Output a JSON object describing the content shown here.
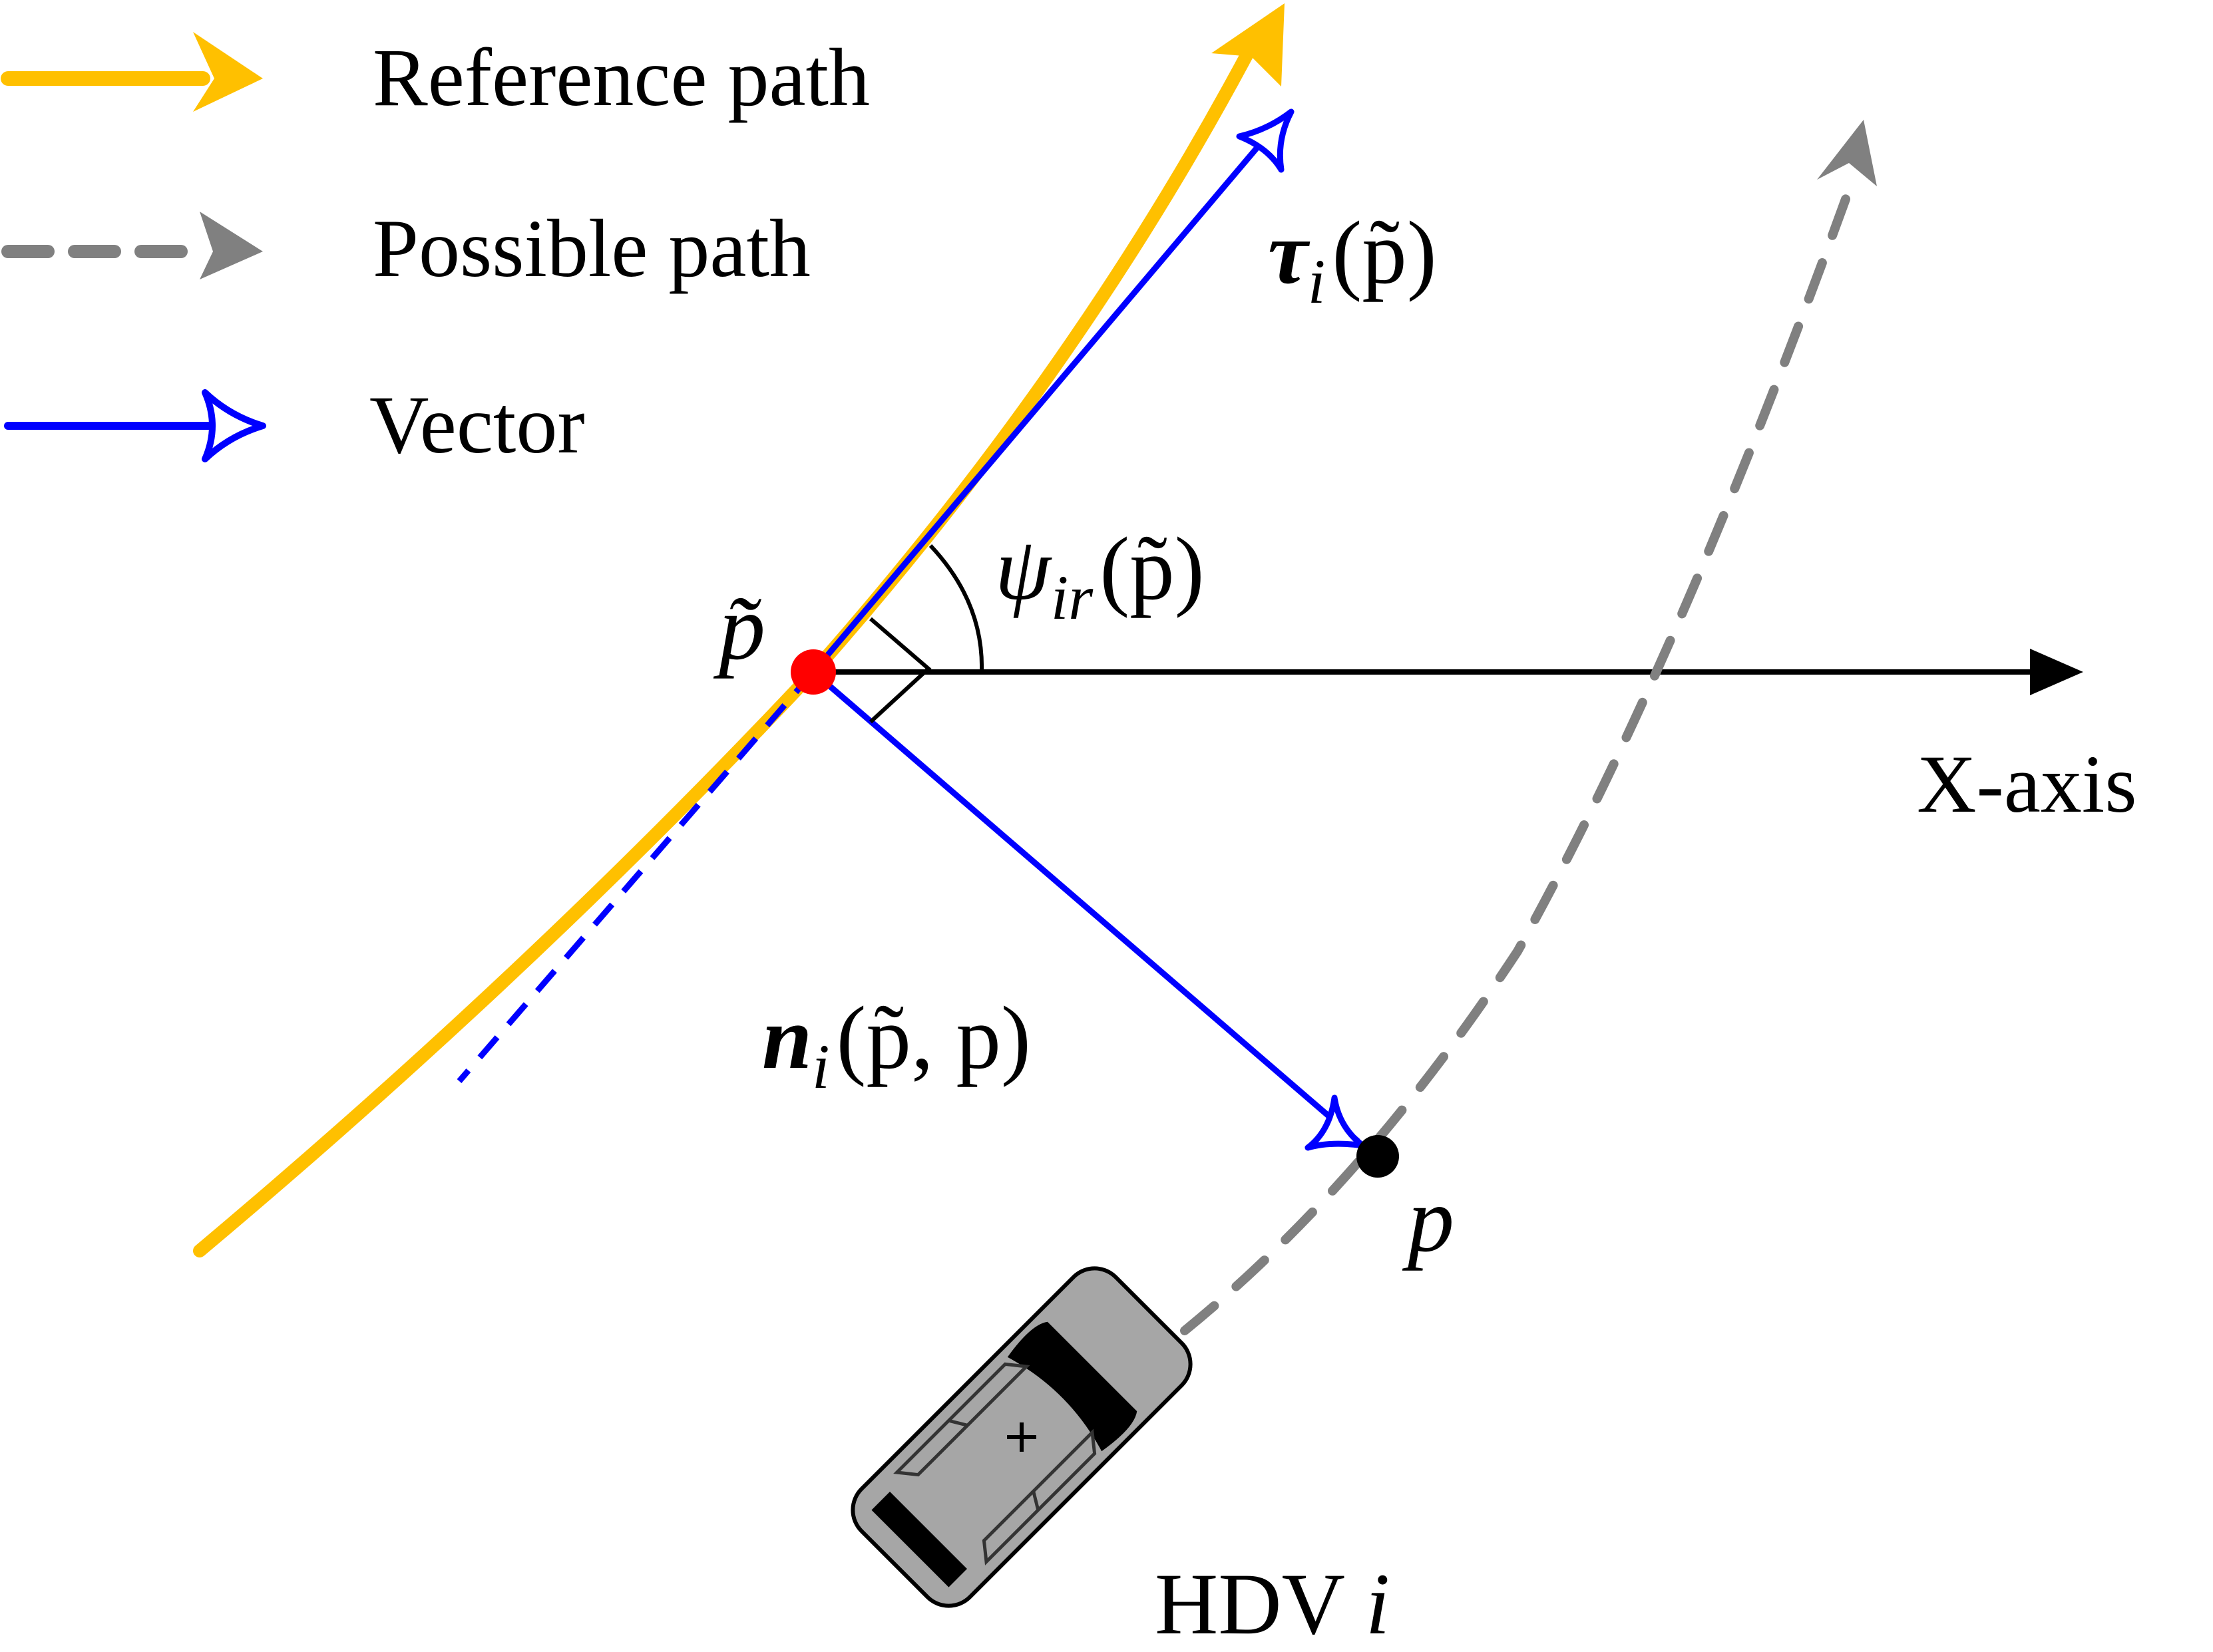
{
  "colors": {
    "reference_path": "#FFC000",
    "possible_path": "#808080",
    "vector": "#0000FF",
    "projection_point": "#FF0000",
    "vehicle_point": "#000000",
    "axis": "#000000",
    "car_body": "#A6A6A6"
  },
  "legend": {
    "reference": "Reference path",
    "possible": "Possible path",
    "vector": "Vector"
  },
  "labels": {
    "tau": {
      "symbol": "τ",
      "sub": "i",
      "arg": "(p̃)"
    },
    "psi": {
      "symbol": "ψ",
      "sub": "ir",
      "arg": "(p̃)"
    },
    "normal": {
      "symbol": "n",
      "sub": "i",
      "arg": "(p̃, p)"
    },
    "p_tilde": "p̃",
    "p": "p",
    "x_axis": "X-axis",
    "hdv": {
      "text": "HDV ",
      "index": "i"
    }
  },
  "icons": {
    "car": "car-top-view-icon"
  }
}
